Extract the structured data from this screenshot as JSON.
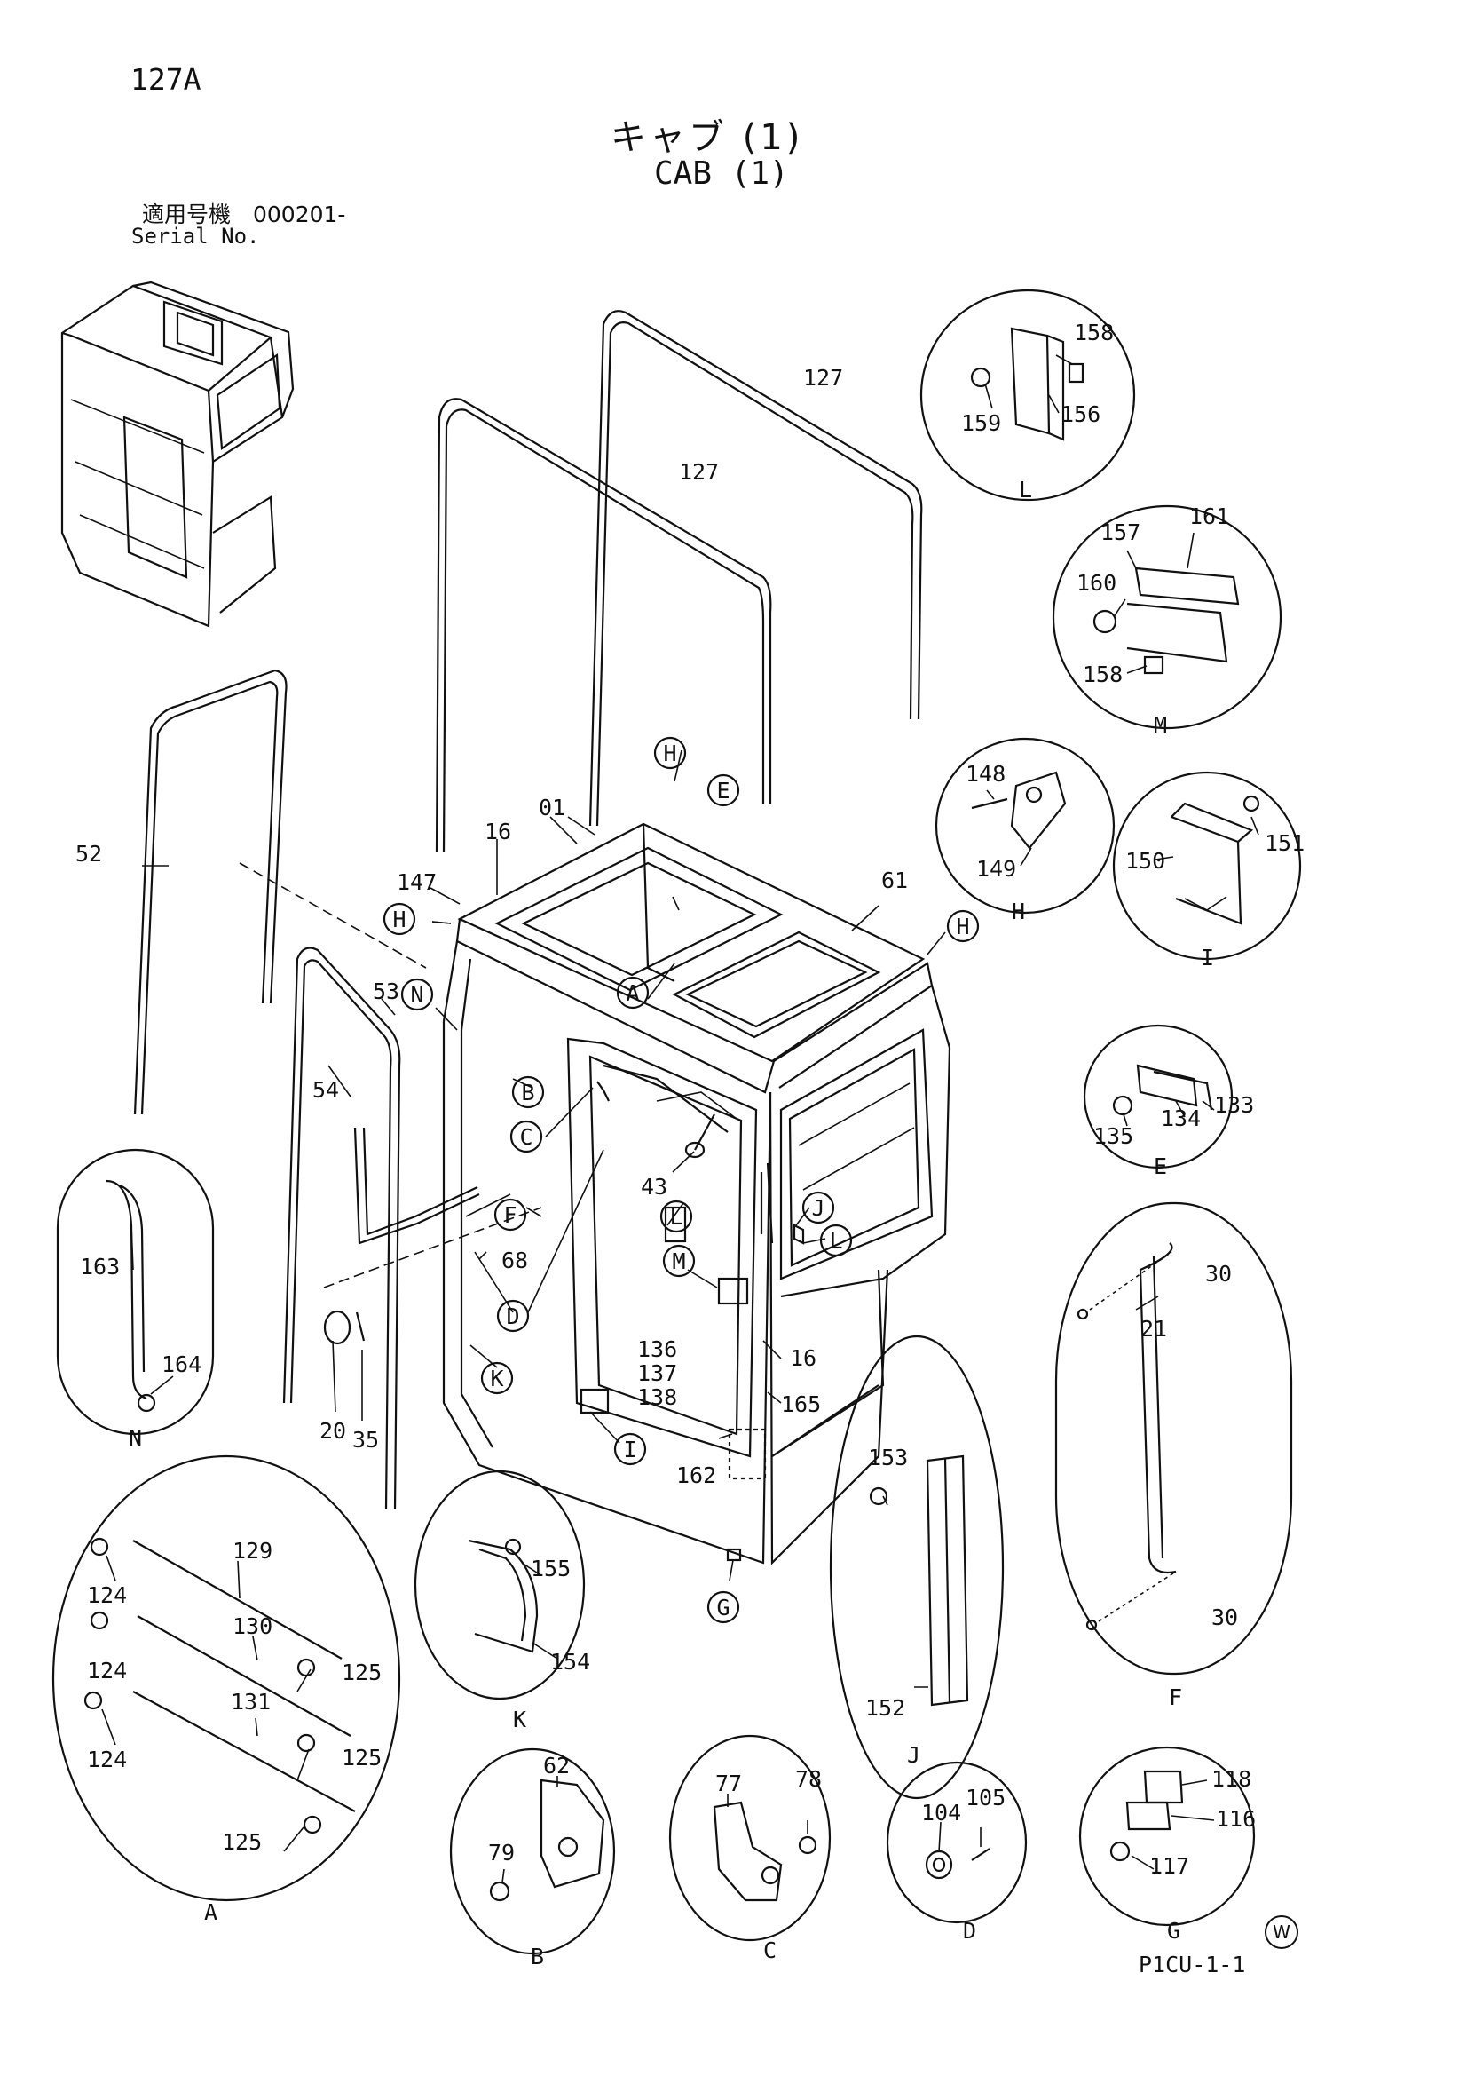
{
  "header": {
    "page_number": "127A",
    "title_jp": "キャブ (1)",
    "title_en": "CAB (1)",
    "serial_label_jp": "適用号機　000201-",
    "serial_label_en": "Serial No."
  },
  "footer": {
    "drawing_code": "P1CU-1-1",
    "mark": "W"
  },
  "parts": {
    "p01": "01",
    "p16a": "16",
    "p16b": "16",
    "p147": "147",
    "p61": "61",
    "p127a": "127",
    "p127b": "127",
    "p52": "52",
    "p53": "53",
    "p54": "54",
    "p43": "43",
    "p68": "68",
    "p20": "20",
    "p35": "35",
    "p136": "136",
    "p137": "137",
    "p138": "138",
    "p165": "165",
    "p162": "162",
    "p21": "21",
    "p30a": "30",
    "p30b": "30",
    "p158a": "158",
    "p159": "159",
    "p156": "156",
    "p157": "157",
    "p161": "161",
    "p160": "160",
    "p158b": "158",
    "p148": "148",
    "p149": "149",
    "p150": "150",
    "p151": "151",
    "p133": "133",
    "p134": "134",
    "p135": "135",
    "p163": "163",
    "p164": "164",
    "p129": "129",
    "p130": "130",
    "p131": "131",
    "p124a": "124",
    "p124b": "124",
    "p124c": "124",
    "p125a": "125",
    "p125b": "125",
    "p125c": "125",
    "p155": "155",
    "p154": "154",
    "p153": "153",
    "p152": "152",
    "p62": "62",
    "p79": "79",
    "p77": "77",
    "p78": "78",
    "p104": "104",
    "p105": "105",
    "p118": "118",
    "p116": "116",
    "p117": "117"
  },
  "refs": {
    "A": "A",
    "B": "B",
    "C": "C",
    "D": "D",
    "E": "E",
    "F": "F",
    "G": "G",
    "H": "H",
    "I": "I",
    "J": "J",
    "K": "K",
    "L": "L",
    "M": "M",
    "N": "N"
  }
}
